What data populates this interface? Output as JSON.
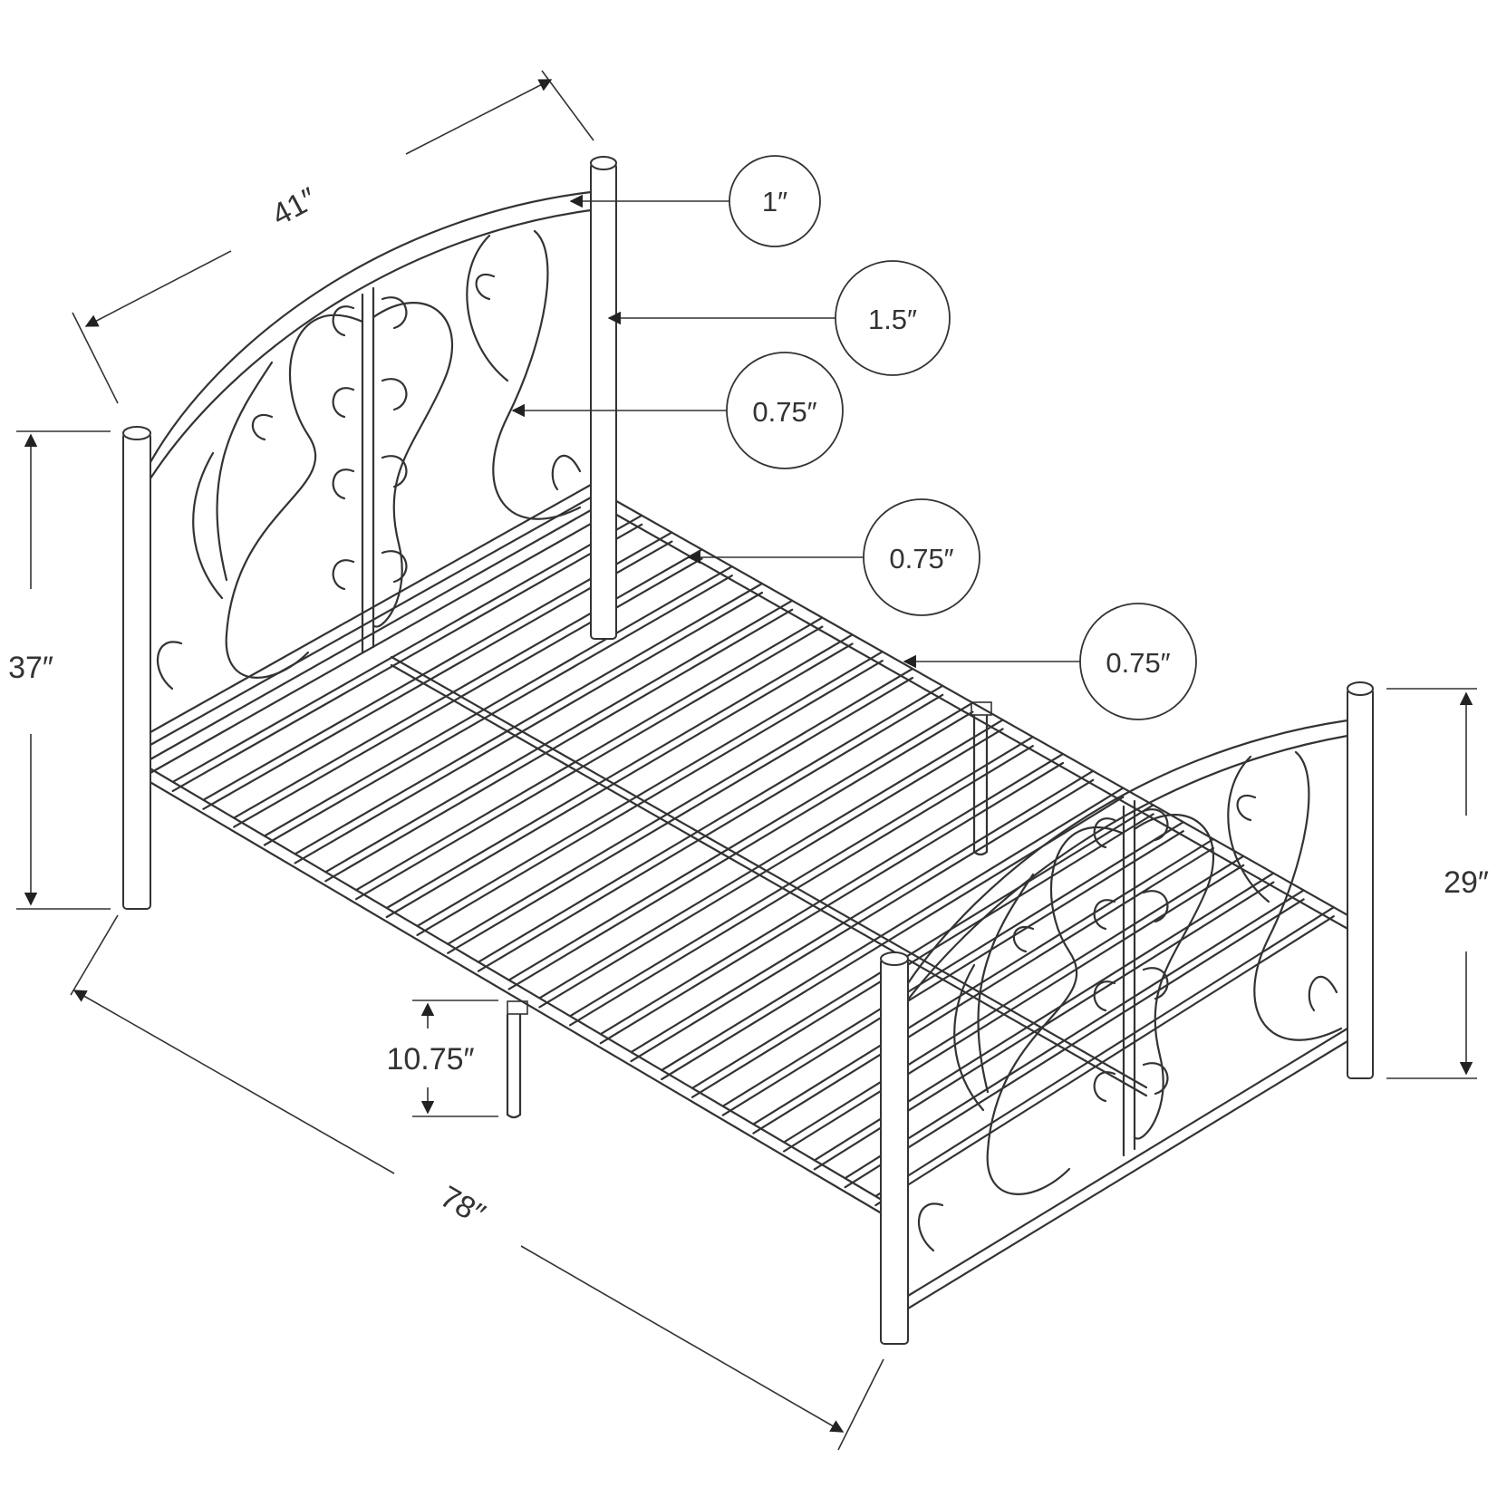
{
  "dimensions": {
    "headboard_width": "41″",
    "headboard_height": "37″",
    "footboard_height": "29″",
    "bed_length": "78″",
    "under_bed_clearance": "10.75″"
  },
  "callouts": [
    {
      "id": "top-rail-diameter",
      "label": "1″"
    },
    {
      "id": "post-diameter",
      "label": "1.5″"
    },
    {
      "id": "scroll-bar-diameter",
      "label": "0.75″"
    },
    {
      "id": "slat-diameter",
      "label": "0.75″"
    },
    {
      "id": "side-rail-diameter",
      "label": "0.75″"
    }
  ]
}
